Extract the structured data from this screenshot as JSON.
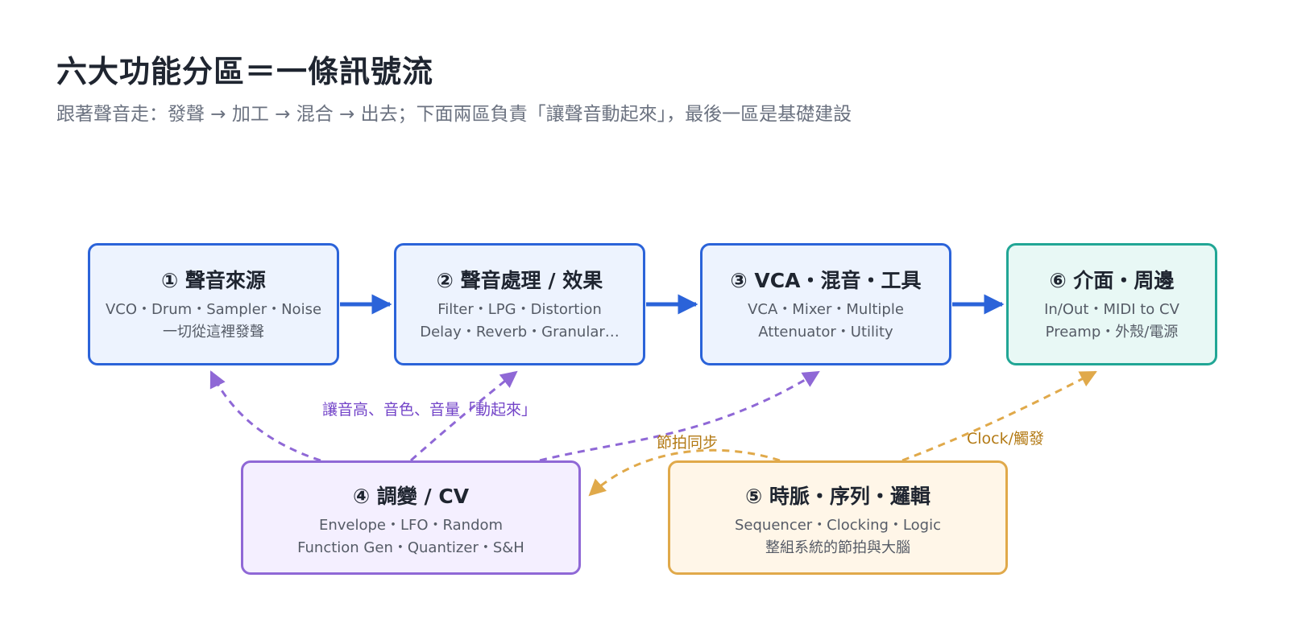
{
  "header": {
    "title": "六大功能分區＝一條訊號流",
    "subtitle": "跟著聲音走：發聲 → 加工 → 混合 → 出去；下面兩區負責「讓聲音動起來」，最後一區是基礎建設"
  },
  "modules": [
    {
      "title": "① 聲音來源",
      "lines": [
        "VCO・Drum・Sampler・Noise",
        "一切從這裡發聲"
      ]
    },
    {
      "title": "② 聲音處理 / 效果",
      "lines": [
        "Filter・LPG・Distortion",
        "Delay・Reverb・Granular…"
      ]
    },
    {
      "title": "③ VCA・混音・工具",
      "lines": [
        "VCA・Mixer・Multiple",
        "Attenuator・Utility"
      ]
    },
    {
      "title": "④ 調變 / CV",
      "lines": [
        "Envelope・LFO・Random",
        "Function Gen・Quantizer・S&H"
      ]
    },
    {
      "title": "⑤ 時脈・序列・邏輯",
      "lines": [
        "Sequencer・Clocking・Logic",
        "整組系統的節拍與大腦"
      ]
    },
    {
      "title": "⑥ 介面・周邊",
      "lines": [
        "In/Out・MIDI to CV",
        "Preamp・外殼/電源"
      ]
    }
  ],
  "edge_labels": {
    "modulation": "讓音高、音色、音量「動起來」",
    "sync": "節拍同步",
    "clock": "Clock/觸發"
  },
  "colors": {
    "signal_path": "#2b63d9",
    "modulation": "#8f68d6",
    "clock": "#e0a94a",
    "interface": "#21a695"
  }
}
